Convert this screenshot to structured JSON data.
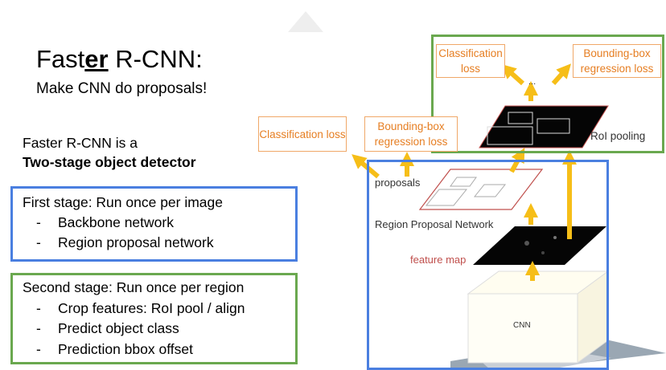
{
  "slide": {
    "title_prefix": "Fast",
    "title_emph": "er",
    "title_suffix": " R-CNN:",
    "subtitle": "Make CNN do proposals!",
    "intro_line1": "Faster R-CNN is a",
    "intro_line2": "Two-stage object detector"
  },
  "first_stage": {
    "heading": "First stage: Run once per image",
    "items": [
      "Backbone network",
      "Region proposal network"
    ]
  },
  "second_stage": {
    "heading": "Second stage: Run once per region",
    "items": [
      "Crop features: RoI pool / align",
      "Predict object class",
      "Prediction bbox offset"
    ]
  },
  "diagram": {
    "cls_loss_top": "Classification loss",
    "bbox_loss_top": "Bounding-box regression loss",
    "cls_loss_mid": "Classification loss",
    "bbox_loss_mid": "Bounding-box regression loss",
    "ellipsis": "...",
    "roi_pooling": "RoI pooling",
    "proposals": "proposals",
    "rpn": "Region Proposal Network",
    "feature_map": "feature map",
    "cnn": "CNN",
    "colors": {
      "blue": "#4a7fe0",
      "green": "#6aa84f",
      "orange": "#f0a868",
      "arrow": "#f6be18",
      "red": "#c0504d"
    }
  }
}
